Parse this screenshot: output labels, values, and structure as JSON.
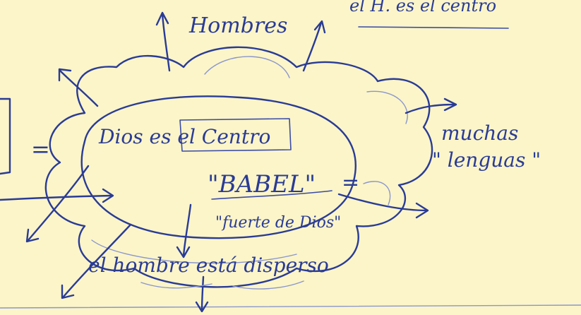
{
  "notes": {
    "top_right_note": "el H. es el centro",
    "top_label": "Hombres",
    "center_text": "Dios es el Centro",
    "babel_title": "\"BABEL\"",
    "babel_equals": "=",
    "babel_subtitle": "\"fuerte de Dios\"",
    "equals_left": "=",
    "bottom_text": "el hombre está disperso",
    "right_label_line1": "muchas",
    "right_label_line2": "\" lenguas \""
  },
  "colors": {
    "paper": "#fbf5c9",
    "ink": "#2a3b95"
  }
}
